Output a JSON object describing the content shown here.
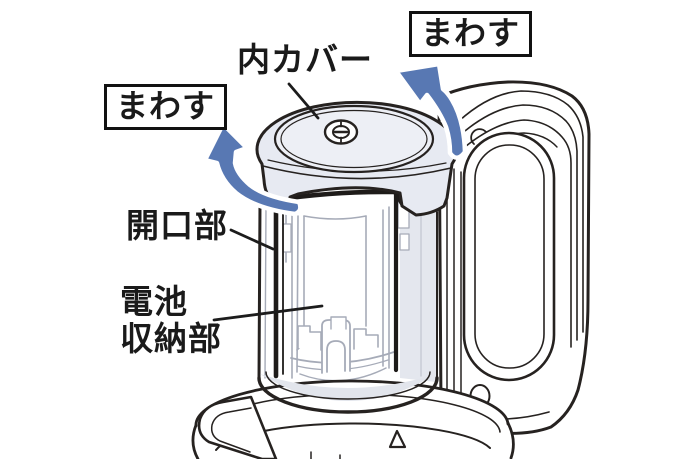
{
  "figure": {
    "type": "instruction-diagram",
    "subject": "lantern-battery-compartment",
    "labels": {
      "rotate_right": "まわす",
      "rotate_left": "まわす",
      "inner_cover": "内カバー",
      "opening": "開口部",
      "battery_line1": "電池",
      "battery_line2": "収納部"
    },
    "colors": {
      "arrow_blue": "#5878b3",
      "line_dark": "#262220",
      "cap_fill": "#e7eaf2",
      "cap_top_fill": "#edeff5",
      "shade_fill": "#e4e7ee",
      "internal_line": "#a6abb8",
      "background": "#ffffff"
    }
  }
}
